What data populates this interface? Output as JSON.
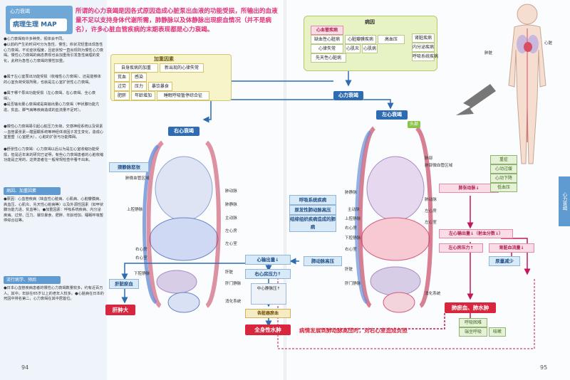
{
  "chapter": {
    "small": "心力衰竭",
    "map_title": "病理生理 MAP"
  },
  "intro": "所谓的心力衰竭是因各式原因造成心脏泵出血液的功能受损，所输出的血液量不足以支持身体代谢所需，肺静脉以及体静脉出现瘀血情况（并不是病名），许多心脏血管疾病的末期表现都是心力衰竭。",
  "sidebar": {
    "paragraphs": [
      "●心力衰竭有许多种类，视体会不同。",
      "●以前的产生的时间可分为急性、慢性；依状况轻重出现急性心力衰竭，不论症状程度，且症状较一直出现则为慢性心力衰竭。慢性心力衰竭的病态表现也会加重而引发急性病理的变化，此称为急性心力衰竭的慢性加重。",
      "●属于左心室泵出功能受损（收缩性心力衰竭）、还是能够体的心室负荷受损所致，也就是左心室扩张性心力衰竭。",
      "●属于哪个泵出功能受损（左心衰竭、右心衰竭、全心衰竭）。",
      "●是否输出量心衰竭或是高输出量心力衰竭（甲状腺功能亢进、贫血、脚气病等疾病造成的血流量不足时）。",
      "●慢性心力衰竭易引起心脏压力负荷，交感神经系统以及肾素—血管紧张素—醛固酮系统等神经体液因子发生变化，造成心室重塑（心室肥大），心脏的扩张与功能障碍。",
      "●舒张性心力衰竭：心力衰竭以后以为是左心室收缩功能受损，但是近年来的研究已证明，有些心力衰竭患者的心脏收缩功能是正常的，这类患者在一般常规检查中看不出来。"
    ],
    "sections": [
      {
        "title": "病因、加重因素",
        "text": "●原因：心血管疾病（缺血性心脏病、心肌病、心脏瓣膜病、高血压、心肌炎、先天性心脏病等）以及外源性因素（如甲状腺功能亢进、贫血等）。●加重因素：呼吸系统疾病、内分泌疾病、过劳、压力、暴饮暴食、肥胖、年龄增加、睡眠呼吸暂停综合征等。"
      },
      {
        "title": "流行病学、预后",
        "text": "●日本心血管疾病患者的慢性心力衰竭数量较多，约有近百万人。其中，年龄在65岁以上的老年人较多。●心脏病在日本的死因中排名第二，心力衰竭在其中居首位。"
      }
    ]
  },
  "causes": {
    "title": "病因",
    "subtitle": "心血管疾病",
    "items": [
      "缺血性心脏病",
      "心脏瓣膜疾病",
      "高血压",
      "心律失常",
      "心肌炎",
      "心肌病",
      "先天性心脏病"
    ],
    "others": [
      "肾脏疾病",
      "内分泌疾病",
      "呼吸系统疾病"
    ]
  },
  "aggravating": {
    "title": "加重因素",
    "items": [
      "自身疾病的加重",
      "新出现的心律失常",
      "贫血",
      "感染",
      "过劳",
      "压力",
      "暴饮暴食",
      "肥胖",
      "年龄增加",
      "睡眠呼吸暂停综合征"
    ]
  },
  "heart_failure": "心力衰竭",
  "right_hf": "右心衰竭",
  "left_hf": "左心衰竭",
  "diagram_labels": {
    "head": "头部",
    "venous_distension": "颈静脉怒张",
    "lung_micro": "肺微血管区域",
    "upper_vc": "上腔静脉",
    "right_atrium": "右心房",
    "right_ventricle": "右心室",
    "lower_vc": "下腔静脉",
    "liver": "肝脏",
    "portal": "肝门静脉",
    "digestive": "消化系统",
    "pulm_artery": "肺动脉",
    "pulm_vein": "肺静脉",
    "aorta": "主动脉",
    "left_atrium": "左心房",
    "left_ventricle": "左心室",
    "lungs": "肺部",
    "lung_micro2": "肺部微血管区域"
  },
  "body_labels": {
    "lung": "肺脏",
    "heart": "心脏"
  },
  "pulmonary": {
    "items": [
      "呼吸系统疾病",
      "原发性肺动脉高压",
      "结缔组织疾病造成的肺病"
    ],
    "result": "肺动脉高压"
  },
  "flow_right": {
    "liver": "肝脏瘀血",
    "liver_big": "肝肿大",
    "output_down": "心输出量↓",
    "ra_pressure": "右心房压力↑",
    "renal": "各脏器瘀血",
    "edema": "全身性水肿",
    "center_venous": "中心静脉压↑"
  },
  "flow_left": {
    "pulm_pressure": "肺张动脉↓",
    "output_down": "左心输出量↓（射血分数↓）",
    "la_pressure": "左心房压力↑",
    "renal_down": "肾脏血流量↓",
    "urine_down": "尿量减少",
    "congestion": "肺瘀血、肺水肿",
    "symptoms_top": [
      "重症",
      "心动过缓",
      "心动下降",
      "低血压"
    ],
    "symptoms_bottom": [
      "呼吸困难",
      "端坐呼吸",
      "咳嗽"
    ]
  },
  "bottom_note": "病情发展到肺动脉高压时，对右心室造成负担",
  "side_tab": "心力衰竭",
  "page_left": "94",
  "page_right": "95"
}
